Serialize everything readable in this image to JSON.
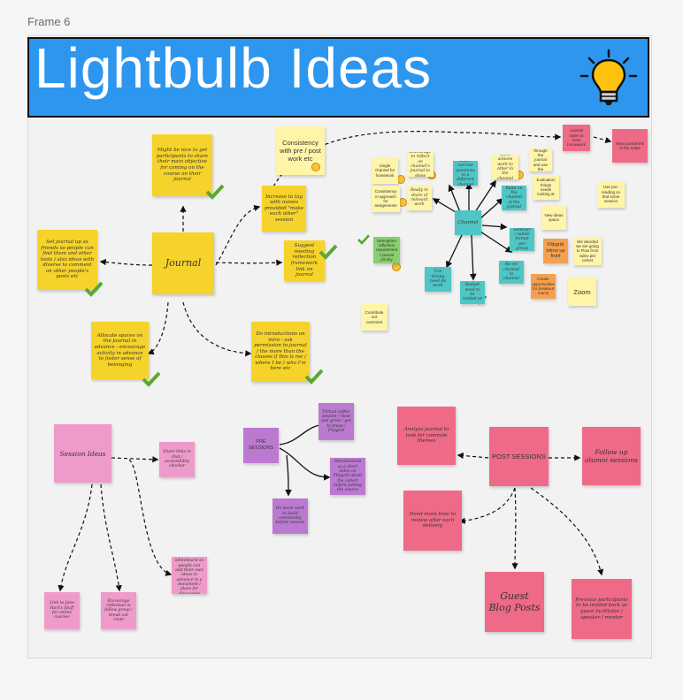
{
  "frame": {
    "label": "Frame 6"
  },
  "banner": {
    "title": "Lightbulb Ideas",
    "icon": "lightbulb-icon",
    "color": "#2d96ef"
  },
  "journal": {
    "center": "Journal",
    "notes": [
      "Might be nice to get participants to share their main objective for coming on the course on their journal",
      "Set journal up as friends so people can find them and other tools / also ideas with diverse to comment on other people's posts etc",
      "Increase to tag with names provided \"make each other\" session",
      "Suggest meeting reflection framework link on journal",
      "Allocate spaces on the journal in advance - encourage activity in advance to foster sense of belonging",
      "Do introductions on miro - ask permission to journal / the more than the classes if this is me / where I be / who I'm here etc"
    ]
  },
  "consistency": {
    "text": "Consistency with pre / post work etc"
  },
  "cluster": {
    "center": "Channel",
    "notes": [
      "Single channel for homework",
      "Consistency in approach for assignments",
      "Encourage to reflect on channel's journal to show",
      "Ready to share of relevant work",
      "Share current questions to a different channel",
      "Work actions work to other in the channel",
      "Build on the channel of the journal",
      "Seminar / subtle format per group",
      "Re-set channel to channel",
      "Strengthen reflection requirement / journal priority",
      "Budget need to be invited or",
      "Use timing need do work",
      "Use pre-reading so that some session"
    ]
  },
  "right_notes": {
    "journal_open": "Journal Open to meet homework",
    "new_journal": "New journal link to the notes",
    "go_through": "Go through the journal and use the reflection",
    "evaluation": "Evaluation things needs looking at",
    "flipgrid": "Flipgrid intros up front",
    "we_decided": "We decided we are going to Flow from video per cohort",
    "zoom": "Zoom",
    "ideas_space": "New ideas space",
    "breakout": "Create opportunities for breakout rooms",
    "contribute": "Contribute not comment"
  },
  "session_ideas": {
    "center": "Session Ideas",
    "notes": [
      "Share links in chat / accessibility checker",
      "Link to Jane Hart's Stuff for online courses",
      "Encourage reflection in fellow group / break out room",
      "Shared whiteboard so people can add their own ideas in advance to a document / place for discussion"
    ]
  },
  "pre_sessions": {
    "center": "PRE SESSIONS",
    "notes": [
      "Virtual coffee session / meet and greet / get to know / Flipgrid",
      "Introductions as a short video on Flipgrid about the cohort before joining the course",
      "Do more work to build community before session"
    ]
  },
  "post_sessions": {
    "center": "POST SESSIONS",
    "notes": [
      "Analyse journal to look for common themes",
      "Follow up alumni sessions",
      "Need more time to review after each delivery",
      "Guest Blog Posts",
      "Previous participants to be invited back as guest facilitator / speaker / mentor"
    ]
  },
  "colors": {
    "yellow": "#f6d32a",
    "pink": "#ef9bc9",
    "purple": "#bb7ad0",
    "red": "#ef6a86",
    "teal": "#4fc6c6"
  }
}
